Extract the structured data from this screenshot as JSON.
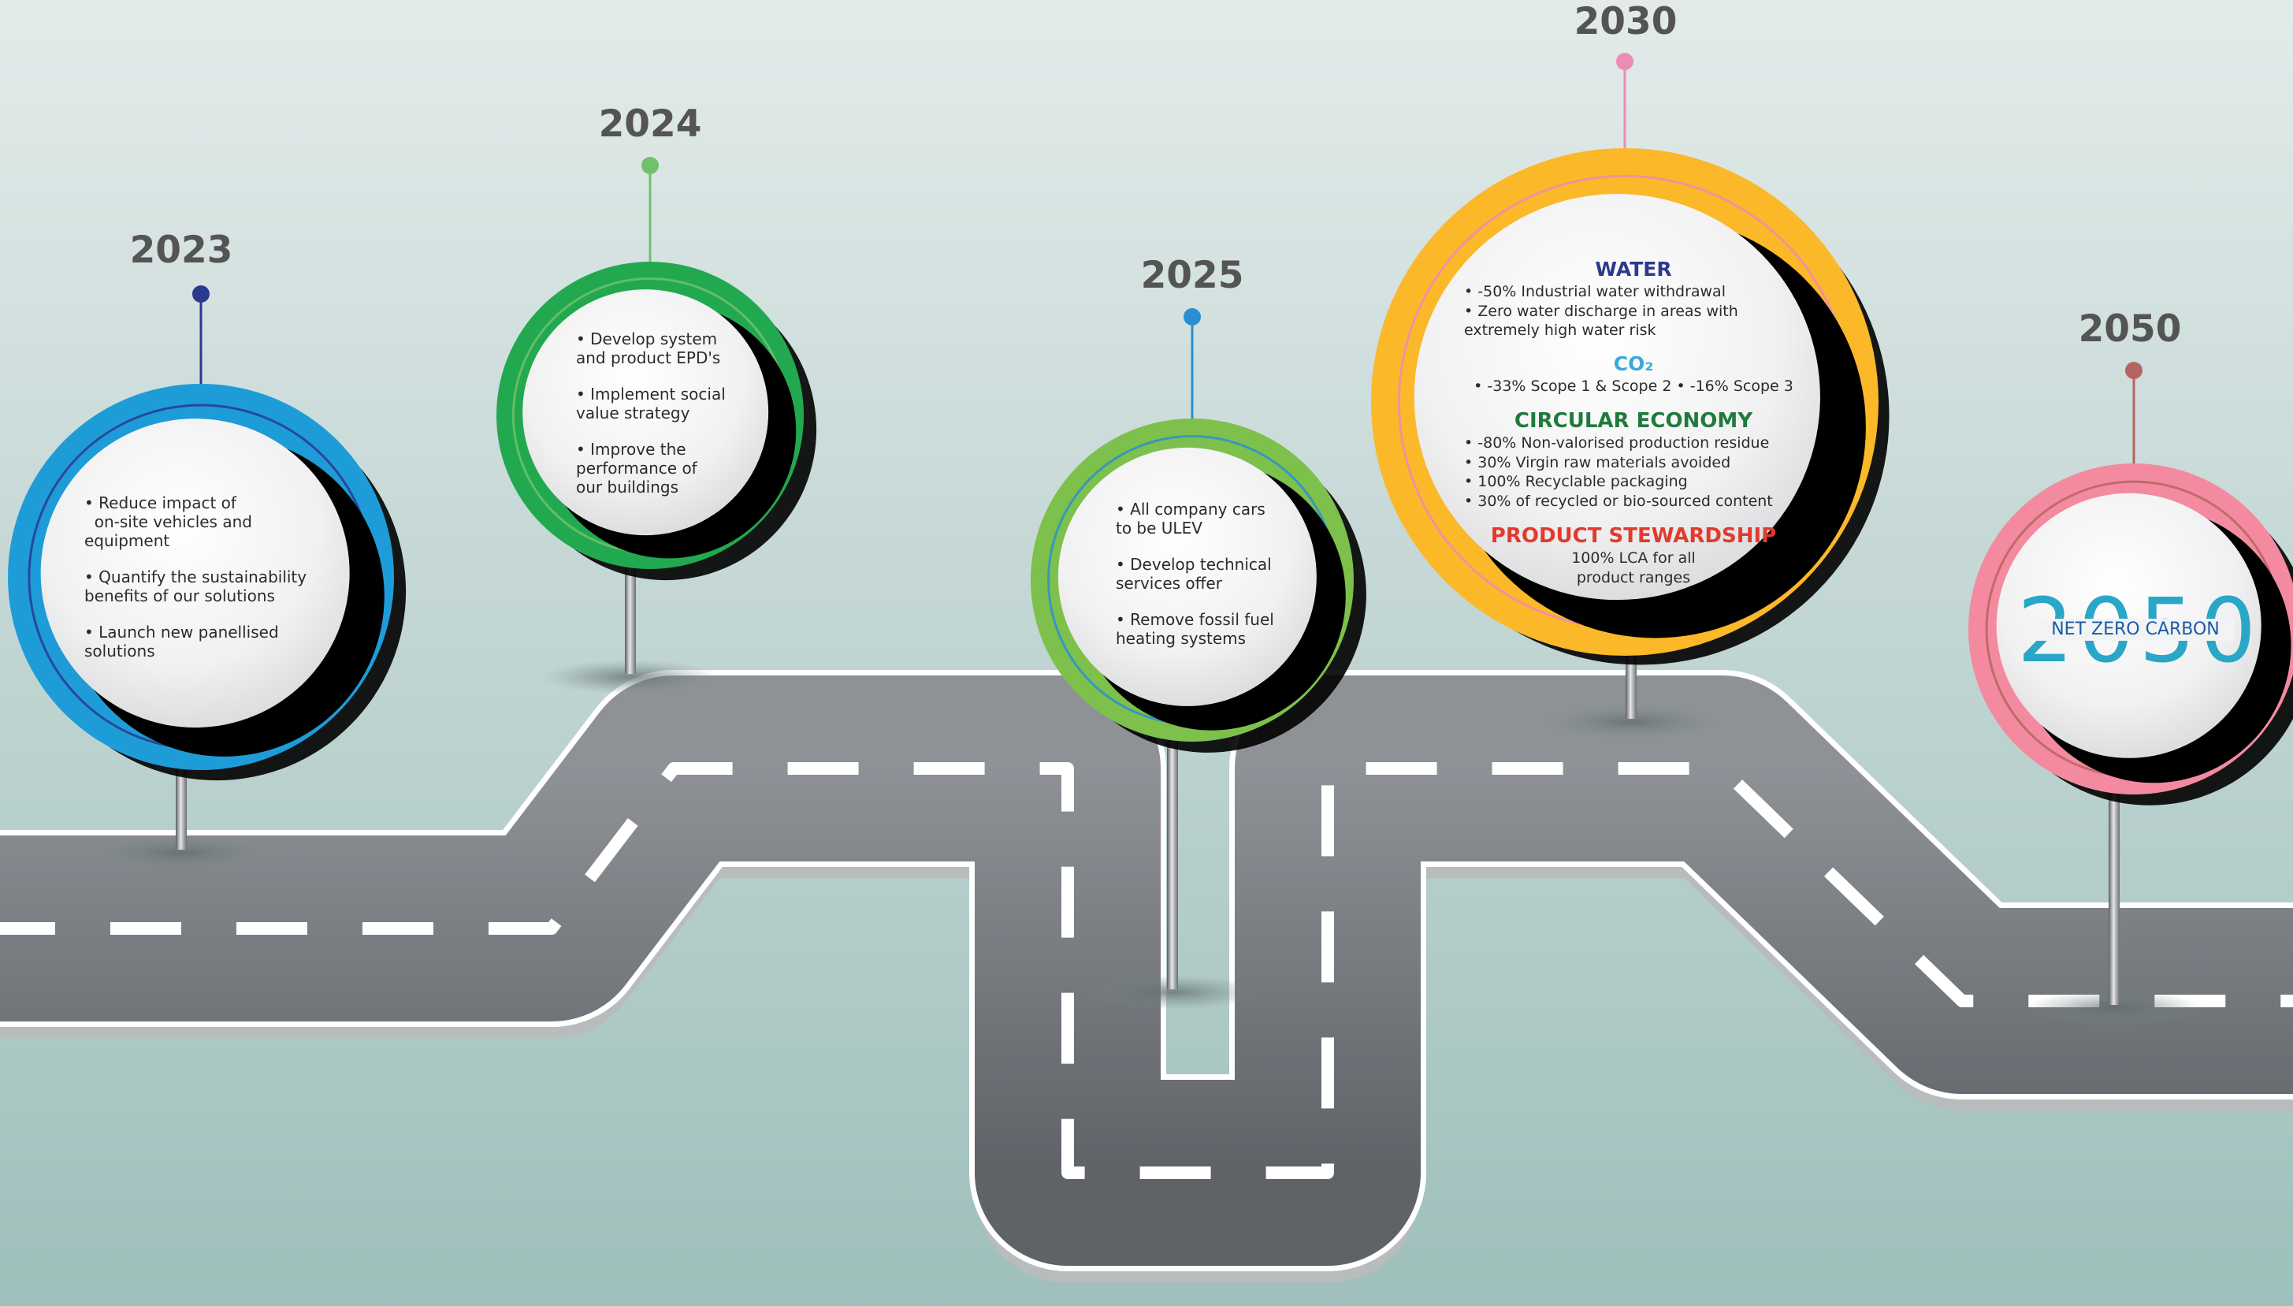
{
  "milestones": [
    {
      "year": "2023",
      "color": "#1e9cd8",
      "pin_color": "#2a3a8f",
      "items": [
        "• Reduce impact of\n  on-site vehicles and\nequipment",
        "• Quantify the sustainability\nbenefits of our solutions",
        "• Launch new panellised\nsolutions"
      ]
    },
    {
      "year": "2024",
      "color": "#22a94f",
      "pin_color": "#6fc26b",
      "items": [
        "• Develop system\nand product EPD's",
        "• Implement social\nvalue strategy",
        "• Improve the\nperformance of\nour buildings"
      ]
    },
    {
      "year": "2025",
      "color": "#7dc04b",
      "pin_color": "#2a8fd0",
      "items": [
        "• All company cars\nto be ULEV",
        "• Develop technical\nservices offer",
        "• Remove fossil fuel\nheating systems"
      ]
    },
    {
      "year": "2030",
      "color": "#fbb828",
      "pin_color": "#ec8bb5",
      "sections": [
        {
          "heading": "WATER",
          "heading_color": "#2d3a8c",
          "lines": [
            "• -50% Industrial water withdrawal",
            "• Zero water discharge in areas with",
            "extremely high water risk"
          ]
        },
        {
          "heading": "CO₂",
          "heading_color": "#3aa9dd",
          "lines": [
            "• -33% Scope 1 & Scope 2   • -16% Scope 3"
          ]
        },
        {
          "heading": "CIRCULAR ECONOMY",
          "heading_color": "#1f7a3e",
          "lines": [
            "• -80% Non-valorised production residue",
            "• 30% Virgin raw materials avoided",
            "• 100% Recyclable packaging",
            "• 30% of recycled or bio-sourced content"
          ]
        },
        {
          "heading": "PRODUCT STEWARDSHIP",
          "heading_color": "#e23a2e",
          "lines": [
            "100% LCA for all",
            "product ranges"
          ]
        }
      ]
    },
    {
      "year": "2050",
      "color": "#f48aa0",
      "pin_color": "#b5655f",
      "badge": {
        "big_text": "2050",
        "small_text": "NET ZERO CARBON",
        "big_color": "#2aa6c6",
        "small_color": "#1b5aa8"
      }
    }
  ]
}
